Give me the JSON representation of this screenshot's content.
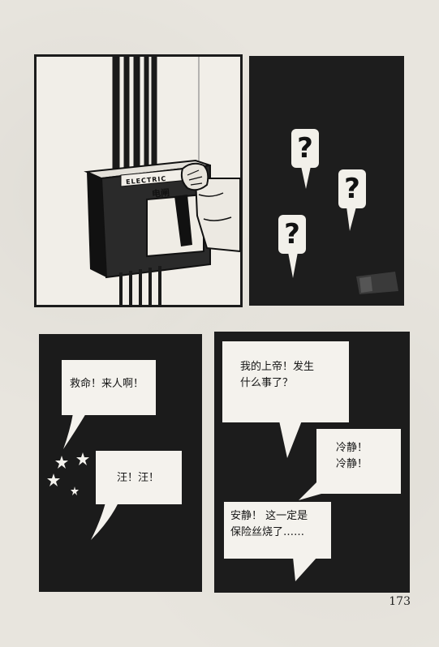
{
  "page_number": "173",
  "panel1": {
    "box_label": "ELECTRIC",
    "box_label_cn": "电闸"
  },
  "panel2": {
    "marks": [
      "?",
      "?",
      "?"
    ]
  },
  "panel3": {
    "bubble1": "救命！来人啊！",
    "bubble2": "汪！汪！"
  },
  "panel4": {
    "bubble1_line1": "我的上帝！发生",
    "bubble1_line2": "什么事了？",
    "bubble2_line1": "冷静！",
    "bubble2_line2": "冷静！",
    "bubble3_line1": "安静！ 这一定是",
    "bubble3_line2": "保险丝烧了……"
  }
}
